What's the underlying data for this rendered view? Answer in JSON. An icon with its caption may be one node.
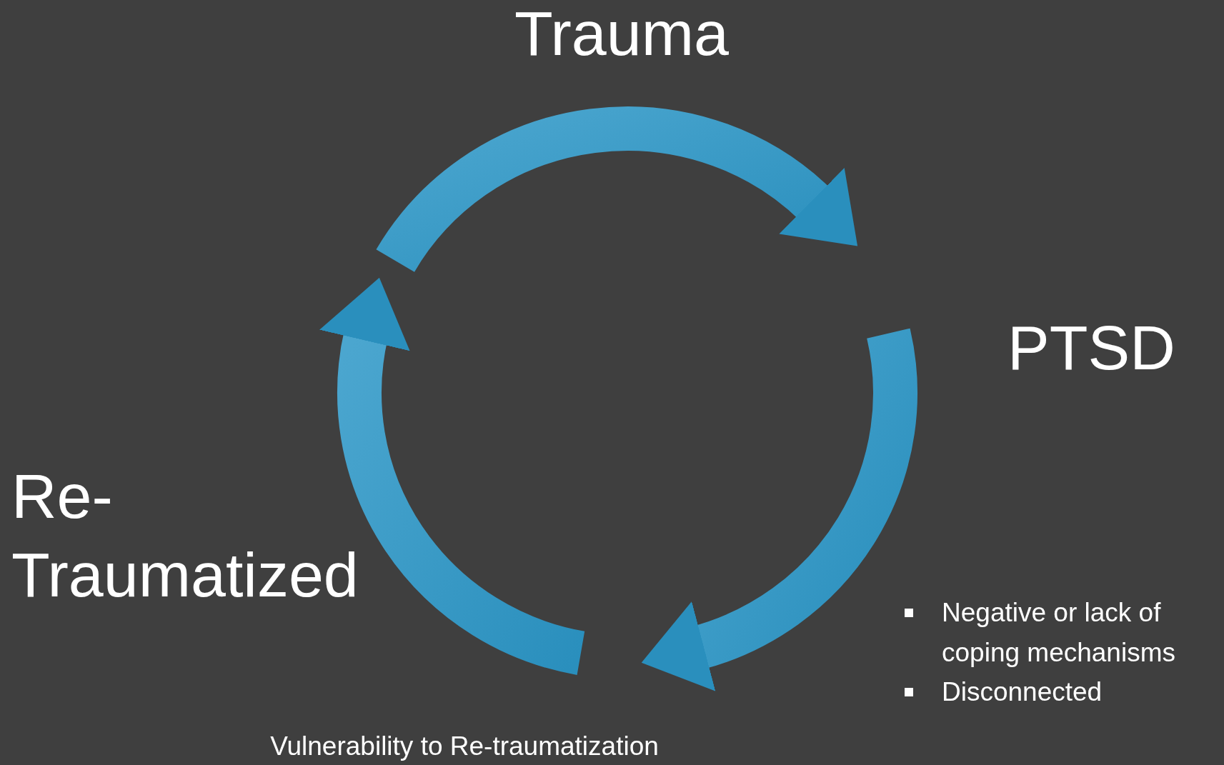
{
  "diagram": {
    "nodes": [
      {
        "text": [
          "Trauma"
        ]
      },
      {
        "text": [
          "PTSD"
        ]
      },
      {
        "text": [
          "Re- Traumatized"
        ]
      }
    ],
    "labels": [
      "Negative or lack of coping mechanisms",
      "Disconnected",
      "Vulnerability to Re-traumatization"
    ]
  }
}
